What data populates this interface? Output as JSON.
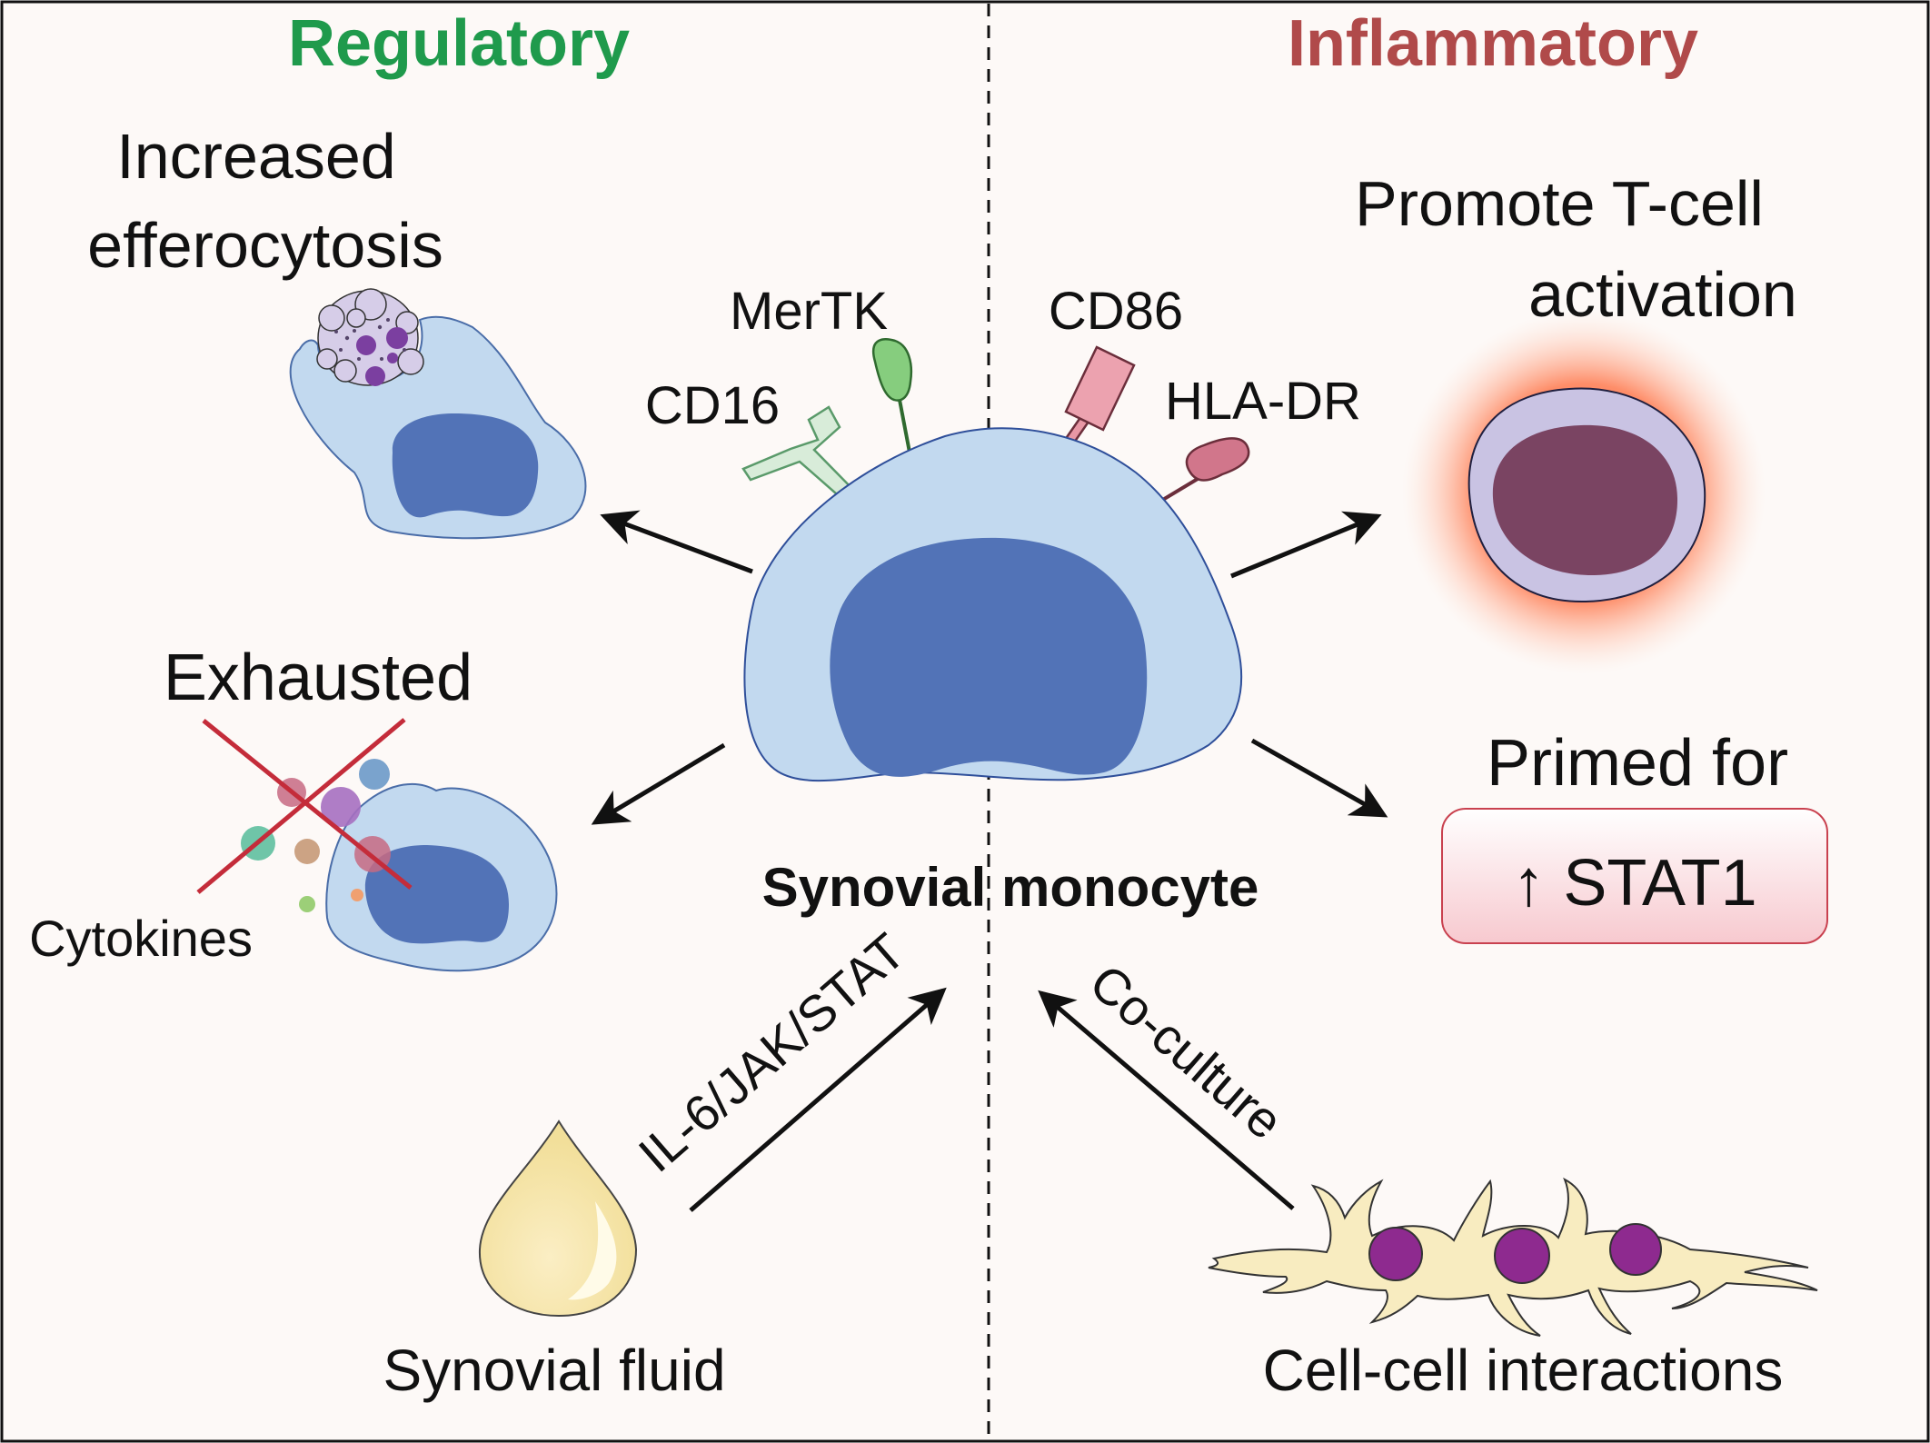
{
  "headers": {
    "left": "Regulatory",
    "right": "Inflammatory"
  },
  "colors": {
    "regulatory": "#1f9a4c",
    "inflammatory": "#b04a4a",
    "background": "#fdf9f7",
    "cell_body": "#c2d9ef",
    "nucleus": "#5273b7",
    "tcell_nucleus": "#7a4462",
    "fibroblast": "#f8ecc0",
    "fibroblast_nucleus": "#8e2a8f",
    "cross": "#c42c3a"
  },
  "labels": {
    "efferocytosis_line1": "Increased",
    "efferocytosis_line2": "efferocytosis",
    "exhausted": "Exhausted",
    "cytokines": "Cytokines",
    "tcell_line1": "Promote T-cell",
    "tcell_line2": "activation",
    "primed": "Primed for",
    "stat1": "↑ STAT1",
    "center": "Synovial monocyte",
    "synovial_fluid": "Synovial fluid",
    "cell_cell": "Cell-cell interactions",
    "pathway": "IL-6/JAK/STAT",
    "coculture": "Co-culture"
  },
  "receptors": {
    "mertk": "MerTK",
    "cd16": "CD16",
    "cd86": "CD86",
    "hladr": "HLA-DR"
  },
  "icons": [
    "monocyte-cell",
    "efferocytic-cell",
    "apoptotic-cell",
    "exhausted-cell",
    "cytokine-dots",
    "activated-t-cell",
    "synovial-fluid-drop",
    "fibroblast-cells"
  ]
}
